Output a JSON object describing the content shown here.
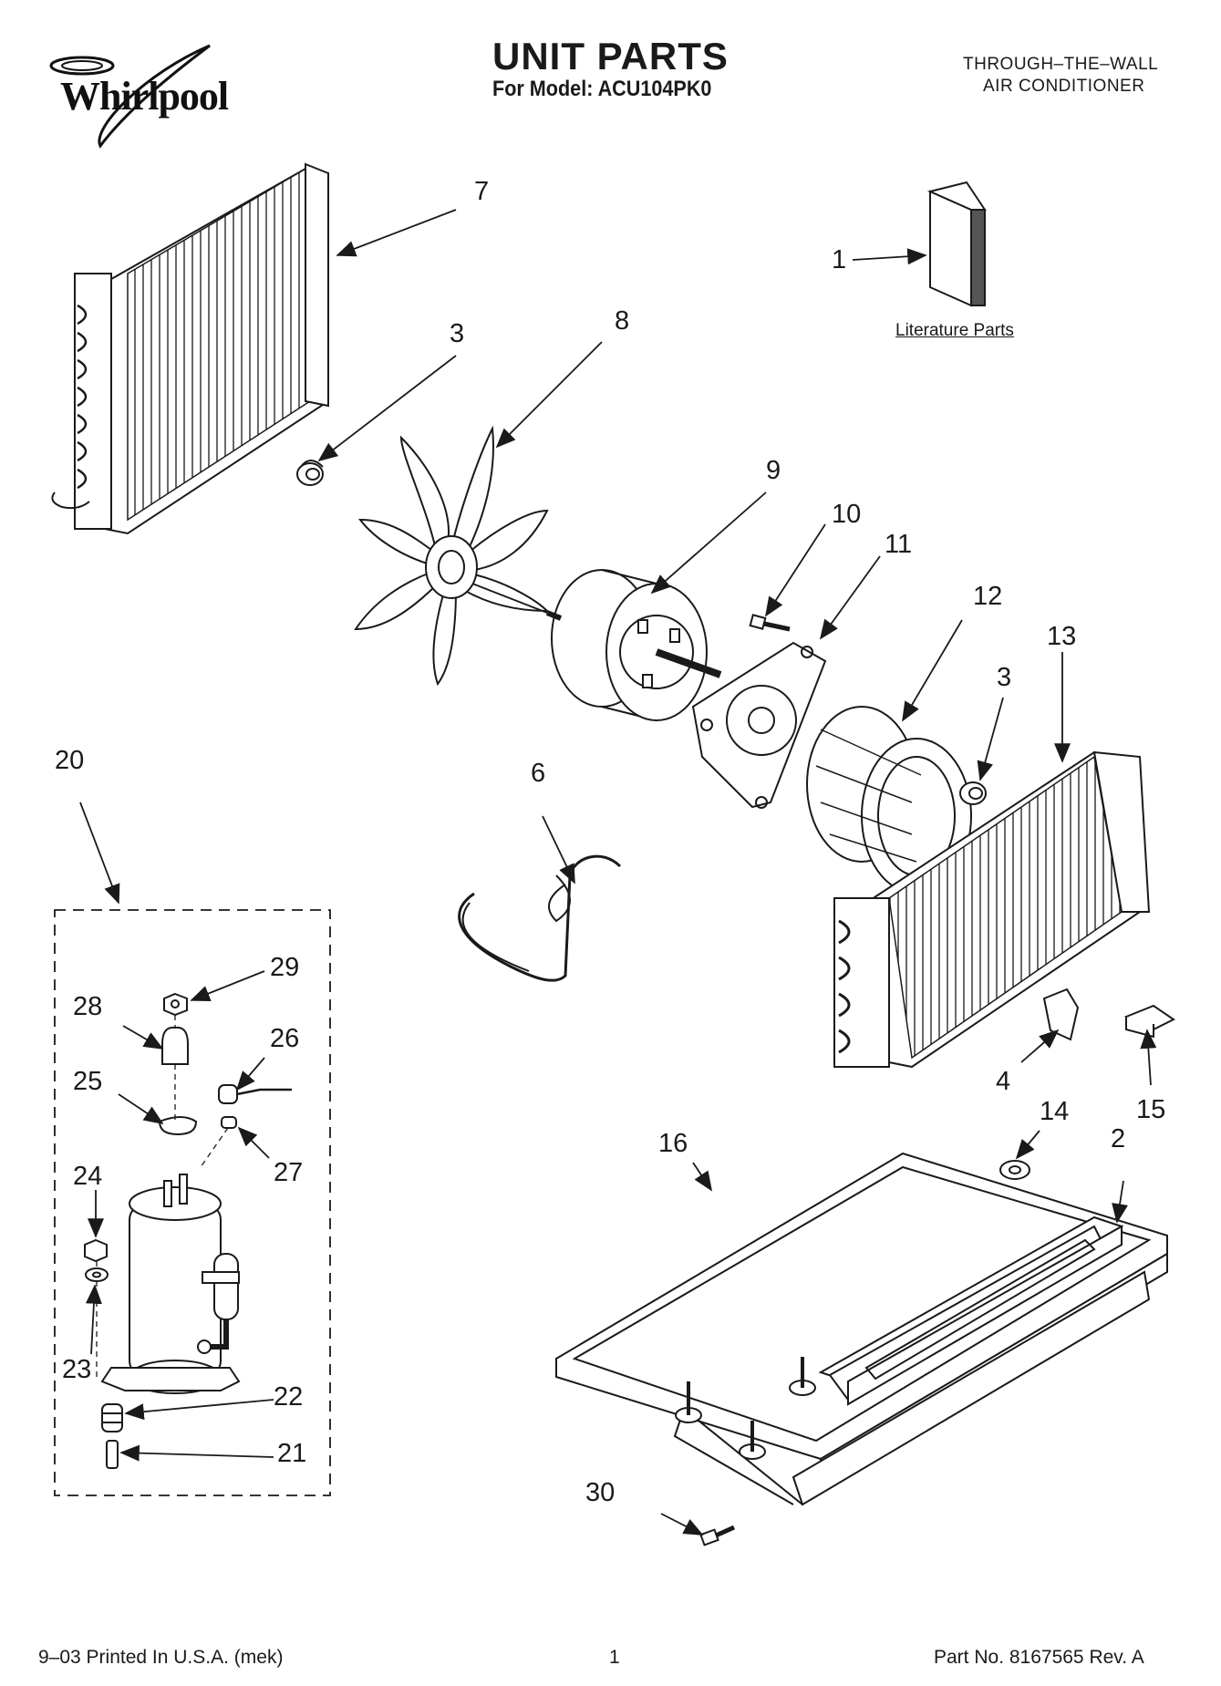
{
  "header": {
    "brand": "Whirlpool",
    "title": "UNIT PARTS",
    "model_line": "For Model: ACU104PK0",
    "product_type_line1": "THROUGH–THE–WALL",
    "product_type_line2": "AIR CONDITIONER"
  },
  "diagram": {
    "literature_label": "Literature Parts",
    "callouts": [
      {
        "id": "7",
        "text": "7"
      },
      {
        "id": "1",
        "text": "1"
      },
      {
        "id": "3a",
        "text": "3"
      },
      {
        "id": "8",
        "text": "8"
      },
      {
        "id": "9",
        "text": "9"
      },
      {
        "id": "10",
        "text": "10"
      },
      {
        "id": "11",
        "text": "11"
      },
      {
        "id": "12",
        "text": "12"
      },
      {
        "id": "13",
        "text": "13"
      },
      {
        "id": "3b",
        "text": "3"
      },
      {
        "id": "20",
        "text": "20"
      },
      {
        "id": "6",
        "text": "6"
      },
      {
        "id": "29",
        "text": "29"
      },
      {
        "id": "28",
        "text": "28"
      },
      {
        "id": "26",
        "text": "26"
      },
      {
        "id": "25",
        "text": "25"
      },
      {
        "id": "27",
        "text": "27"
      },
      {
        "id": "24",
        "text": "24"
      },
      {
        "id": "23",
        "text": "23"
      },
      {
        "id": "22",
        "text": "22"
      },
      {
        "id": "21",
        "text": "21"
      },
      {
        "id": "4",
        "text": "4"
      },
      {
        "id": "14",
        "text": "14"
      },
      {
        "id": "15",
        "text": "15"
      },
      {
        "id": "16",
        "text": "16"
      },
      {
        "id": "2",
        "text": "2"
      },
      {
        "id": "30",
        "text": "30"
      }
    ]
  },
  "footer": {
    "print_info": "9–03 Printed In U.S.A. (mek)",
    "page_number": "1",
    "part_number": "Part No. 8167565 Rev. A"
  },
  "colors": {
    "ink": "#1a1a1a",
    "paper": "#ffffff"
  }
}
